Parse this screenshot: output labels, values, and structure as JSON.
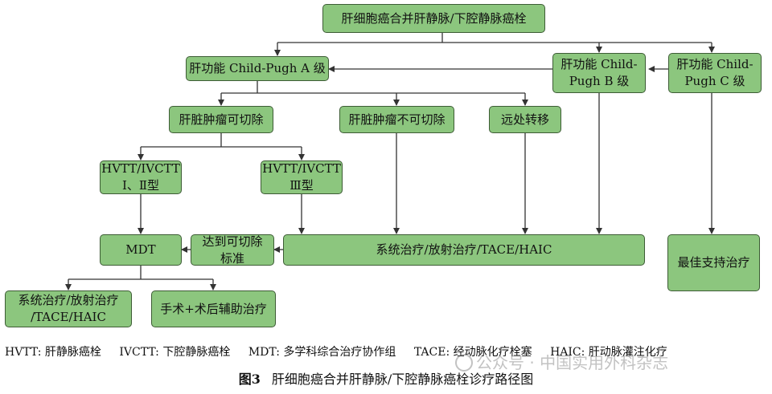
{
  "diagram": {
    "boxes": {
      "title": "肝细胞癌合并肝静脉/下腔静脉癌栓",
      "child_a": "肝功能 Child-Pugh A 级",
      "child_b": "肝功能 Child-\nPugh B 级",
      "child_c": "肝功能 Child-\nPugh C 级",
      "resectable": "肝脏肿瘤可切除",
      "unresectable": "肝脏肿瘤不可切除",
      "metastasis": "远处转移",
      "type12": "HVTT/IVCTT\nⅠ、Ⅱ型",
      "type3": "HVTT/IVCTT\nⅢ型",
      "mdt": "MDT",
      "reach_resectable": "达到可切除\n标准",
      "systemic_main": "系统治疗/放射治疗/TACE/HAIC",
      "best_support": "最佳支持治疗",
      "systemic_left": "系统治疗/放射治疗\n/TACE/HAIC",
      "surgery": "手术+术后辅助治疗"
    },
    "colors": {
      "box_fill": "#8cc67e",
      "box_border": "#3d5c35",
      "line": "#333333"
    }
  },
  "legend": [
    "HVTT: 肝静脉癌栓",
    "IVCTT: 下腔静脉癌栓",
    "MDT: 多学科综合治疗协作组",
    "TACE: 经动脉化疗栓塞",
    "HAIC: 肝动脉灌注化疗"
  ],
  "caption": {
    "number": "图3",
    "text": "肝细胞癌合并肝静脉/下腔静脉癌栓诊疗路径图"
  },
  "watermark": "公众号 · 中国实用外科杂志"
}
